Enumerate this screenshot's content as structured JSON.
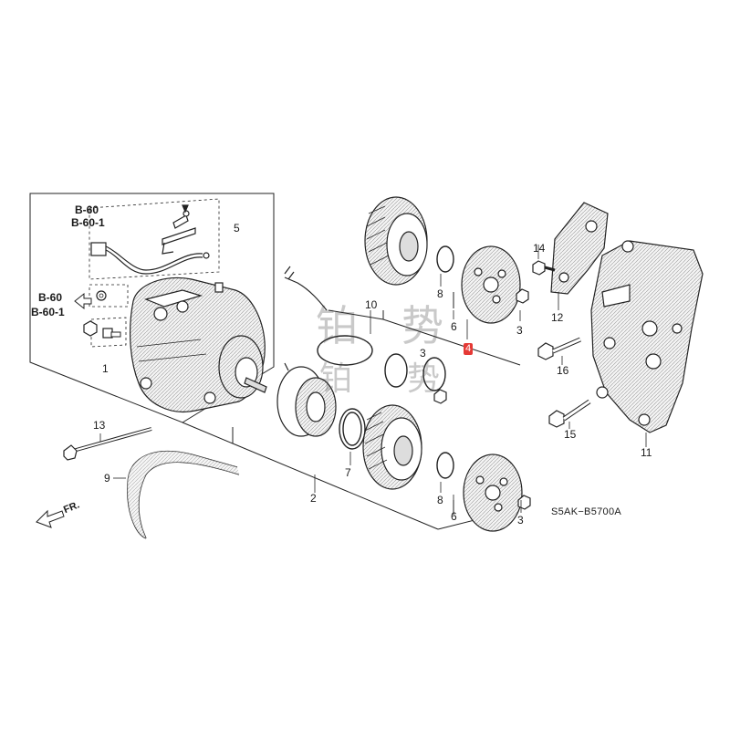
{
  "diagram": {
    "drawing_code": "S5AK−B5700A",
    "ref_labels": {
      "top": "B-60",
      "top_sub": "B-60-1",
      "left": "B-60",
      "left_sub": "B-60-1"
    },
    "front_marker": "FR.",
    "watermark": {
      "char1": "铂",
      "char2": "势",
      "char3": "铂",
      "char4": "势"
    },
    "callouts": [
      {
        "id": "c1",
        "text": "1"
      },
      {
        "id": "c2",
        "text": "2"
      },
      {
        "id": "c3a",
        "text": "3"
      },
      {
        "id": "c3b",
        "text": "3"
      },
      {
        "id": "c3c",
        "text": "3"
      },
      {
        "id": "c4",
        "text": "4",
        "highlighted": true
      },
      {
        "id": "c5",
        "text": "5"
      },
      {
        "id": "c6a",
        "text": "6"
      },
      {
        "id": "c6b",
        "text": "6"
      },
      {
        "id": "c7",
        "text": "7"
      },
      {
        "id": "c8a",
        "text": "8"
      },
      {
        "id": "c8b",
        "text": "8"
      },
      {
        "id": "c9",
        "text": "9"
      },
      {
        "id": "c10",
        "text": "10"
      },
      {
        "id": "c11",
        "text": "11"
      },
      {
        "id": "c12",
        "text": "12"
      },
      {
        "id": "c13",
        "text": "13"
      },
      {
        "id": "c14",
        "text": "14"
      },
      {
        "id": "c15",
        "text": "15"
      },
      {
        "id": "c16",
        "text": "16"
      }
    ],
    "colors": {
      "line": "#222222",
      "highlight": "#e53935",
      "part_fill": "#f2f2f2",
      "part_dark": "#555555"
    }
  }
}
